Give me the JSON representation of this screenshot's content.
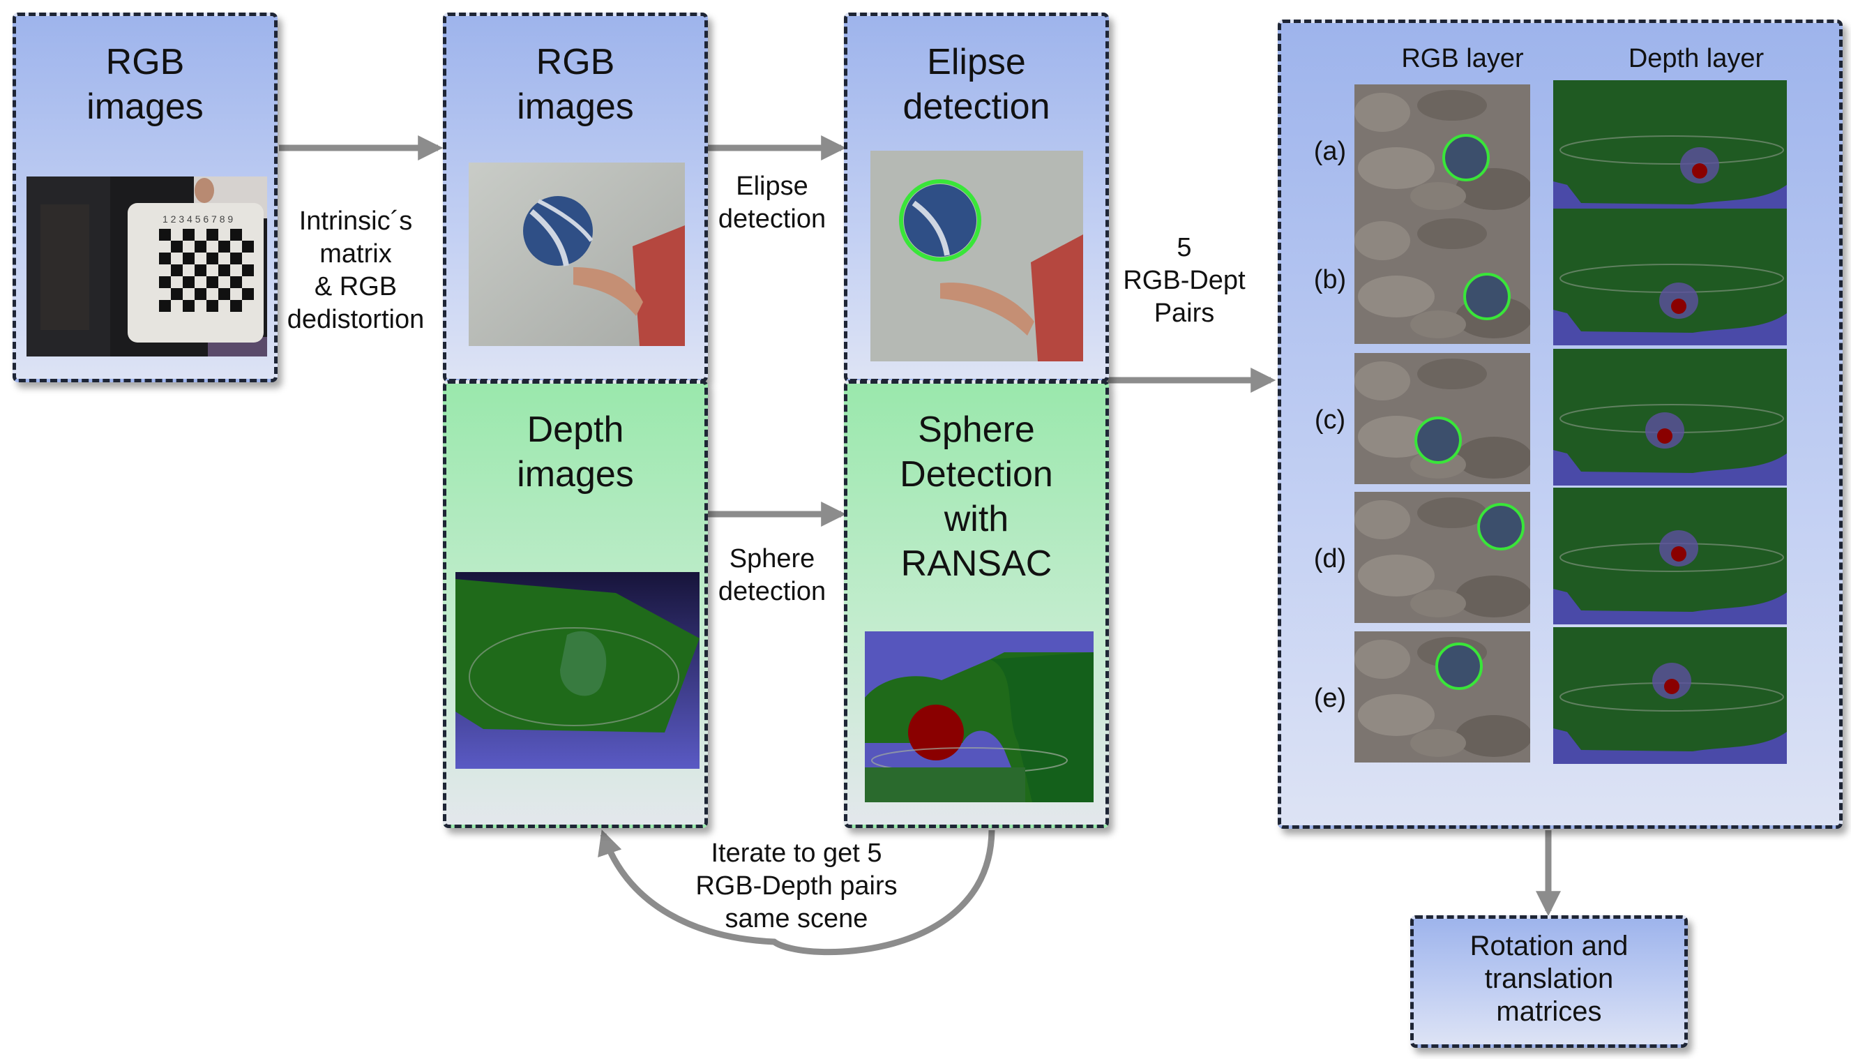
{
  "boxes": {
    "rgb_input": {
      "title": "RGB\nimages"
    },
    "rgb_images": {
      "title": "RGB\nimages"
    },
    "depth_images": {
      "title": "Depth\nimages"
    },
    "elipse_detection": {
      "title": "Elipse\ndetection"
    },
    "sphere_detection": {
      "title": "Sphere\nDetection\nwith\nRANSAC"
    },
    "pairs_panel": {
      "col_rgb": "RGB layer",
      "col_depth": "Depth layer",
      "rows": [
        "(a)",
        "(b)",
        "(c)",
        "(d)",
        "(e)"
      ]
    },
    "output": {
      "title": "Rotation and\ntranslation\nmatrices"
    }
  },
  "edge_labels": {
    "intrinsic": "Intrinsic´s\nmatrix\n& RGB\ndedistortion",
    "elipse": "Elipse\ndetection",
    "sphere": "Sphere\ndetection",
    "pairs": "5\nRGB-Dept\nPairs",
    "iterate": "Iterate to get 5\nRGB-Depth pairs\nsame scene"
  },
  "checkerboard_numbers": "1 2 3 4 5 6 7 8 9",
  "colors": {
    "blue_box": "#9eb4ec",
    "green_box": "#9ae8ac",
    "border": "#1e2535",
    "arrow": "#8c8c8c",
    "depth_bg": "#4a4aa8",
    "depth_green": "#1f6a1a",
    "detection_ring": "#39e639",
    "sphere_red": "#8a0000"
  }
}
